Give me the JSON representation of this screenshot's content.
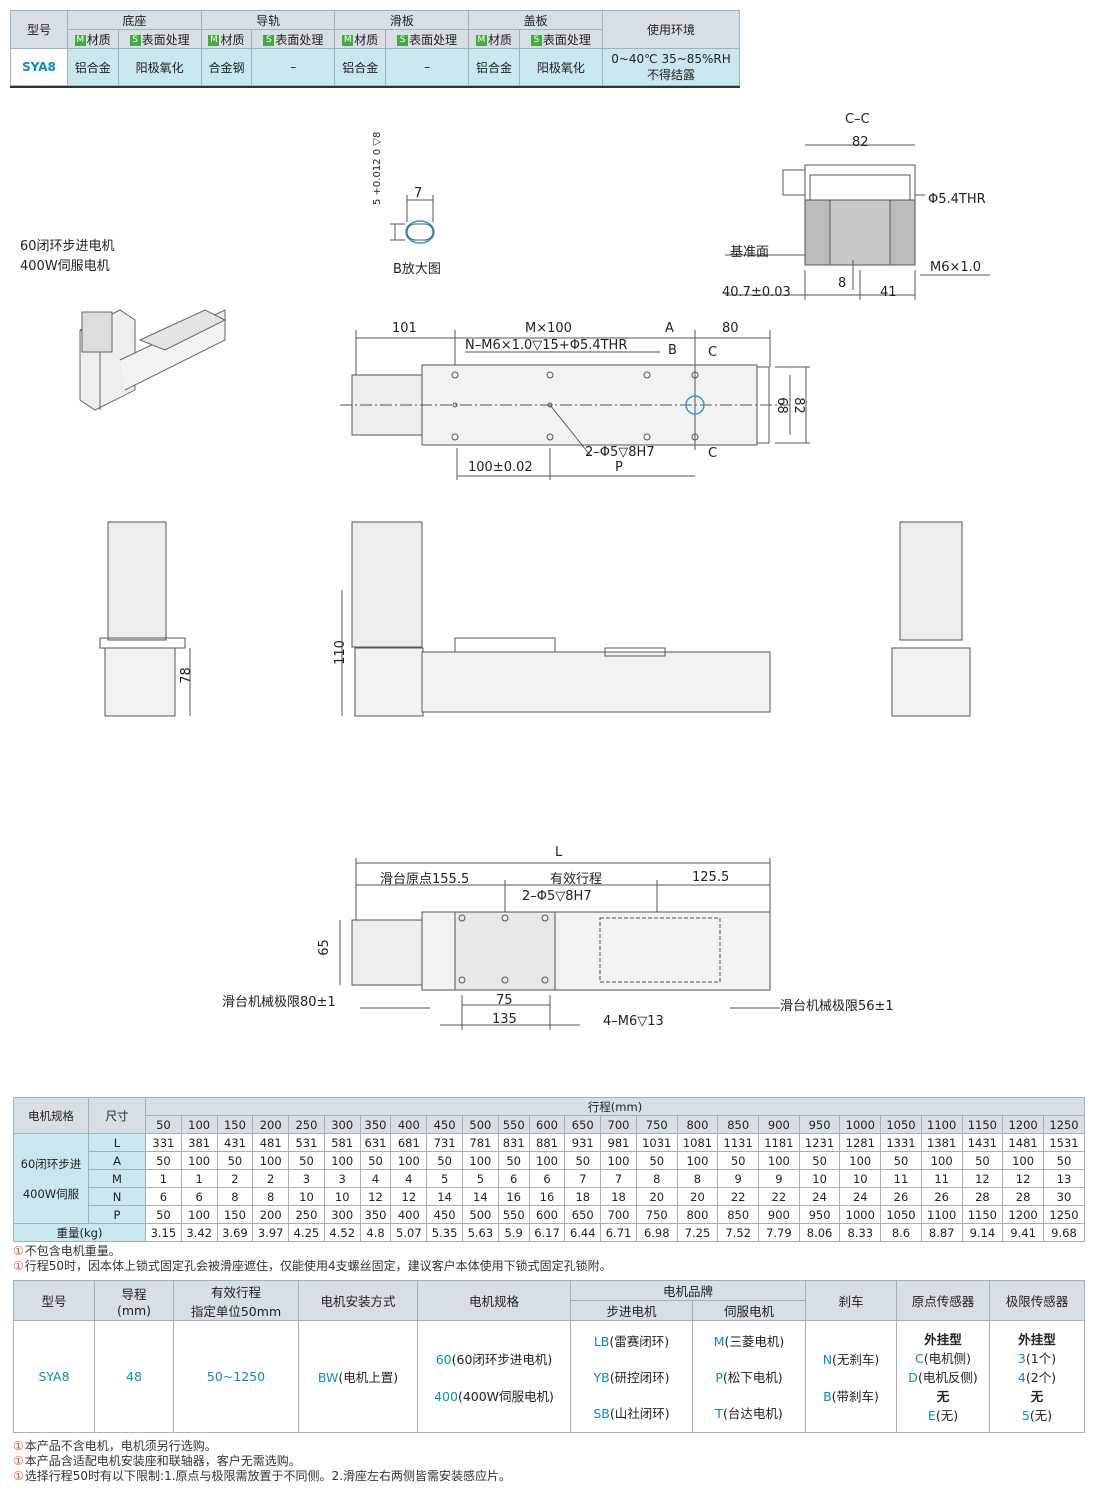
{
  "material_table": {
    "h_model": "型号",
    "h_base": "底座",
    "h_rail": "导轨",
    "h_slider": "滑板",
    "h_cover": "盖板",
    "h_env": "使用环境",
    "m_tag": "M",
    "s_tag": "S",
    "h_material": "材质",
    "h_surface": "表面处理",
    "model": "SYA8",
    "base_mat": "铝合金",
    "base_surf": "阳极氧化",
    "rail_mat": "合金钢",
    "rail_surf": "–",
    "slider_mat": "铝合金",
    "slider_surf": "–",
    "cover_mat": "铝合金",
    "cover_surf": "阳极氧化",
    "env_line1": "0~40℃ 35~85%RH",
    "env_line2": "不得结露"
  },
  "drawing": {
    "motor_note_1": "60闭环步进电机",
    "motor_note_2": "400W伺服电机",
    "b_tol": "5 +0.012 0 ▽8",
    "b_7": "7",
    "b_caption": "B放大图",
    "cc_title": "C–C",
    "cc_82": "82",
    "cc_thr": "Φ5.4THR",
    "cc_datum": "基准面",
    "cc_m6": "M6×1.0",
    "cc_8": "8",
    "cc_407": "40.7±0.03",
    "cc_41": "41",
    "top_101": "101",
    "top_m100": "M×100",
    "top_A": "A",
    "top_80": "80",
    "top_n": "N–M6×1.0▽15+Φ5.4THR",
    "top_B": "B",
    "top_C": "C",
    "top_68": "68",
    "top_82": "82",
    "top_2phi": "2–Φ5▽8H7",
    "top_100": "100±0.02",
    "top_P": "P",
    "side_78": "78",
    "side_110": "110",
    "bot_L": "L",
    "bot_origin": "滑台原点155.5",
    "bot_stroke": "有效行程",
    "bot_125": "125.5",
    "bot_2phi": "2–Φ5▽8H7",
    "bot_65": "65",
    "bot_limit80": "滑台机械极限80±1",
    "bot_75": "75",
    "bot_135": "135",
    "bot_4m6": "4–M6▽13",
    "bot_limit56": "滑台机械极限56±1"
  },
  "dim_table": {
    "h_spec": "电机规格",
    "h_size": "尺寸",
    "h_stroke": "行程(mm)",
    "motor_a": "60闭环步进",
    "motor_b": "400W伺服",
    "strokes": [
      "50",
      "100",
      "150",
      "200",
      "250",
      "300",
      "350",
      "400",
      "450",
      "500",
      "550",
      "600",
      "650",
      "700",
      "750",
      "800",
      "850",
      "900",
      "950",
      "1000",
      "1050",
      "1100",
      "1150",
      "1200",
      "1250"
    ],
    "rows": [
      {
        "name": "L",
        "values": [
          "331",
          "381",
          "431",
          "481",
          "531",
          "581",
          "631",
          "681",
          "731",
          "781",
          "831",
          "881",
          "931",
          "981",
          "1031",
          "1081",
          "1131",
          "1181",
          "1231",
          "1281",
          "1331",
          "1381",
          "1431",
          "1481",
          "1531"
        ]
      },
      {
        "name": "A",
        "values": [
          "50",
          "100",
          "50",
          "100",
          "50",
          "100",
          "50",
          "100",
          "50",
          "100",
          "50",
          "100",
          "50",
          "100",
          "50",
          "100",
          "50",
          "100",
          "50",
          "100",
          "50",
          "100",
          "50",
          "100",
          "50"
        ]
      },
      {
        "name": "M",
        "values": [
          "1",
          "1",
          "2",
          "2",
          "3",
          "3",
          "4",
          "4",
          "5",
          "5",
          "6",
          "6",
          "7",
          "7",
          "8",
          "8",
          "9",
          "9",
          "10",
          "10",
          "11",
          "11",
          "12",
          "12",
          "13"
        ]
      },
      {
        "name": "N",
        "values": [
          "6",
          "6",
          "8",
          "8",
          "10",
          "10",
          "12",
          "12",
          "14",
          "14",
          "16",
          "16",
          "18",
          "18",
          "20",
          "20",
          "22",
          "22",
          "24",
          "24",
          "26",
          "26",
          "28",
          "28",
          "30"
        ]
      },
      {
        "name": "P",
        "values": [
          "50",
          "100",
          "150",
          "200",
          "250",
          "300",
          "350",
          "400",
          "450",
          "500",
          "550",
          "600",
          "650",
          "700",
          "750",
          "800",
          "850",
          "900",
          "950",
          "1000",
          "1050",
          "1100",
          "1150",
          "1200",
          "1250"
        ]
      },
      {
        "name": "重量(kg)",
        "values": [
          "3.15",
          "3.42",
          "3.69",
          "3.97",
          "4.25",
          "4.52",
          "4.8",
          "5.07",
          "5.35",
          "5.63",
          "5.9",
          "6.17",
          "6.44",
          "6.71",
          "6.98",
          "7.25",
          "7.52",
          "7.79",
          "8.06",
          "8.33",
          "8.6",
          "8.87",
          "9.14",
          "9.41",
          "9.68"
        ]
      }
    ],
    "note1": "不包含电机重量。",
    "note2": "行程50时，因本体上锁式固定孔会被滑座遮住，仅能使用4支螺丝固定，建议客户本体使用下锁式固定孔锁附。"
  },
  "order_table": {
    "h_model": "型号",
    "h_lead": "导程",
    "h_lead_unit": "(mm)",
    "h_stroke": "有效行程",
    "h_stroke_sub": "指定单位50mm",
    "h_mount": "电机安装方式",
    "h_spec": "电机规格",
    "h_brand": "电机品牌",
    "h_stepper": "步进电机",
    "h_servo": "伺服电机",
    "h_brake": "刹车",
    "h_origin": "原点传感器",
    "h_limit": "极限传感器",
    "model": "SYA8",
    "lead": "48",
    "stroke": "50~1250",
    "mount_code": "BW",
    "mount_text": "(电机上置)",
    "spec1_code": "60",
    "spec1_text": "(60闭环步进电机)",
    "spec2_code": "400",
    "spec2_text": "(400W伺服电机)",
    "step1_code": "LB",
    "step1_text": "(雷赛闭环)",
    "step2_code": "YB",
    "step2_text": "(研控闭环)",
    "step3_code": "SB",
    "step3_text": "(山社闭环)",
    "servo1_code": "M",
    "servo1_text": "(三菱电机)",
    "servo2_code": "P",
    "servo2_text": "(松下电机)",
    "servo3_code": "T",
    "servo3_text": "(台达电机)",
    "brake1_code": "N",
    "brake1_text": "(无刹车)",
    "brake2_code": "B",
    "brake2_text": "(带刹车)",
    "origin_title": "外挂型",
    "origin1_code": "C",
    "origin1_text": "(电机侧)",
    "origin2_code": "D",
    "origin2_text": "(电机反侧)",
    "origin_none": "无",
    "origin3_code": "E",
    "origin3_text": "(无)",
    "limit_title": "外挂型",
    "limit1_code": "3",
    "limit1_text": "(1个)",
    "limit2_code": "4",
    "limit2_text": "(2个)",
    "limit_none": "无",
    "limit3_code": "5",
    "limit3_text": "(无)",
    "note1": "本产品不含电机，电机须另行选购。",
    "note2": "本产品含适配电机安装座和联轴器，客户无需选购。",
    "note3": "选择行程50时有以下限制:1.原点与极限需放置于不同侧。2.滑座左右两侧皆需安装感应片。"
  },
  "colors": {
    "accent": "#0a8fb0",
    "header": "#d8dfe4",
    "cell": "#c8e7ee",
    "note_icon": "#e6551c"
  }
}
